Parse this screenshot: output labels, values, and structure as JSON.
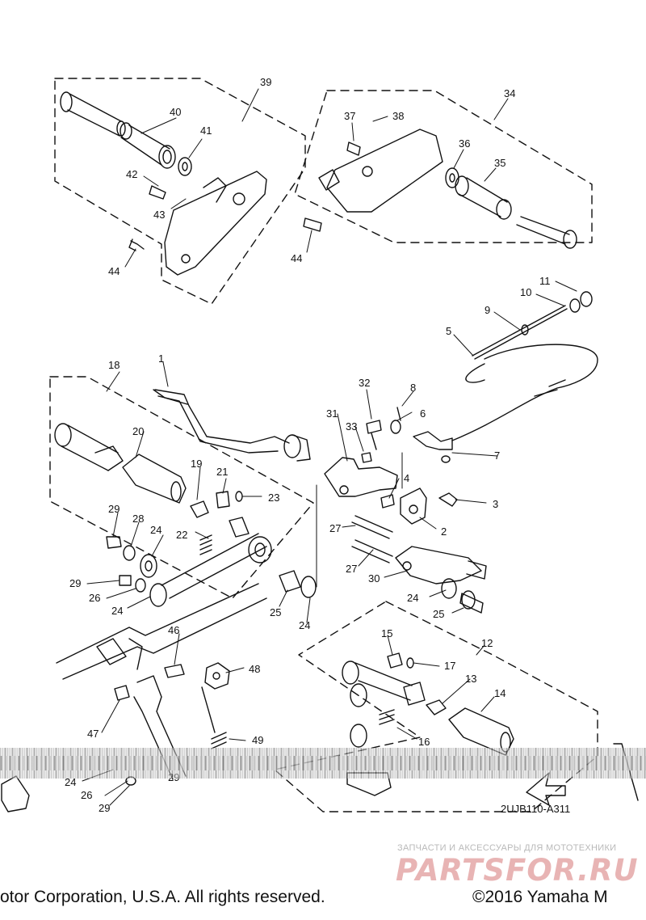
{
  "diagram": {
    "callouts": [
      {
        "n": "39"
      },
      {
        "n": "40"
      },
      {
        "n": "41"
      },
      {
        "n": "42"
      },
      {
        "n": "43"
      },
      {
        "n": "44"
      },
      {
        "n": "34"
      },
      {
        "n": "37"
      },
      {
        "n": "38"
      },
      {
        "n": "36"
      },
      {
        "n": "35"
      },
      {
        "n": "44"
      },
      {
        "n": "11"
      },
      {
        "n": "10"
      },
      {
        "n": "9"
      },
      {
        "n": "5"
      },
      {
        "n": "18"
      },
      {
        "n": "1"
      },
      {
        "n": "20"
      },
      {
        "n": "19"
      },
      {
        "n": "21"
      },
      {
        "n": "23"
      },
      {
        "n": "29"
      },
      {
        "n": "28"
      },
      {
        "n": "24"
      },
      {
        "n": "22"
      },
      {
        "n": "29"
      },
      {
        "n": "26"
      },
      {
        "n": "24"
      },
      {
        "n": "25"
      },
      {
        "n": "24"
      },
      {
        "n": "32"
      },
      {
        "n": "8"
      },
      {
        "n": "31"
      },
      {
        "n": "33"
      },
      {
        "n": "6"
      },
      {
        "n": "7"
      },
      {
        "n": "4"
      },
      {
        "n": "3"
      },
      {
        "n": "2"
      },
      {
        "n": "27"
      },
      {
        "n": "27"
      },
      {
        "n": "30"
      },
      {
        "n": "24"
      },
      {
        "n": "25"
      },
      {
        "n": "15"
      },
      {
        "n": "12"
      },
      {
        "n": "17"
      },
      {
        "n": "13"
      },
      {
        "n": "14"
      },
      {
        "n": "16"
      },
      {
        "n": "46"
      },
      {
        "n": "48"
      },
      {
        "n": "47"
      },
      {
        "n": "49"
      },
      {
        "n": "24"
      },
      {
        "n": "26"
      },
      {
        "n": "29"
      },
      {
        "n": "29"
      }
    ],
    "diagram_code": "2UJB110-A311"
  },
  "watermark": {
    "tagline": "ЗАПЧАСТИ И АКСЕССУАРЫ ДЛЯ МОТОТЕХНИКИ",
    "logo": "PARTSFOR.RU"
  },
  "footer": {
    "left": "otor Corporation, U.S.A. All rights reserved.",
    "right": "©2016 Yamaha M"
  }
}
